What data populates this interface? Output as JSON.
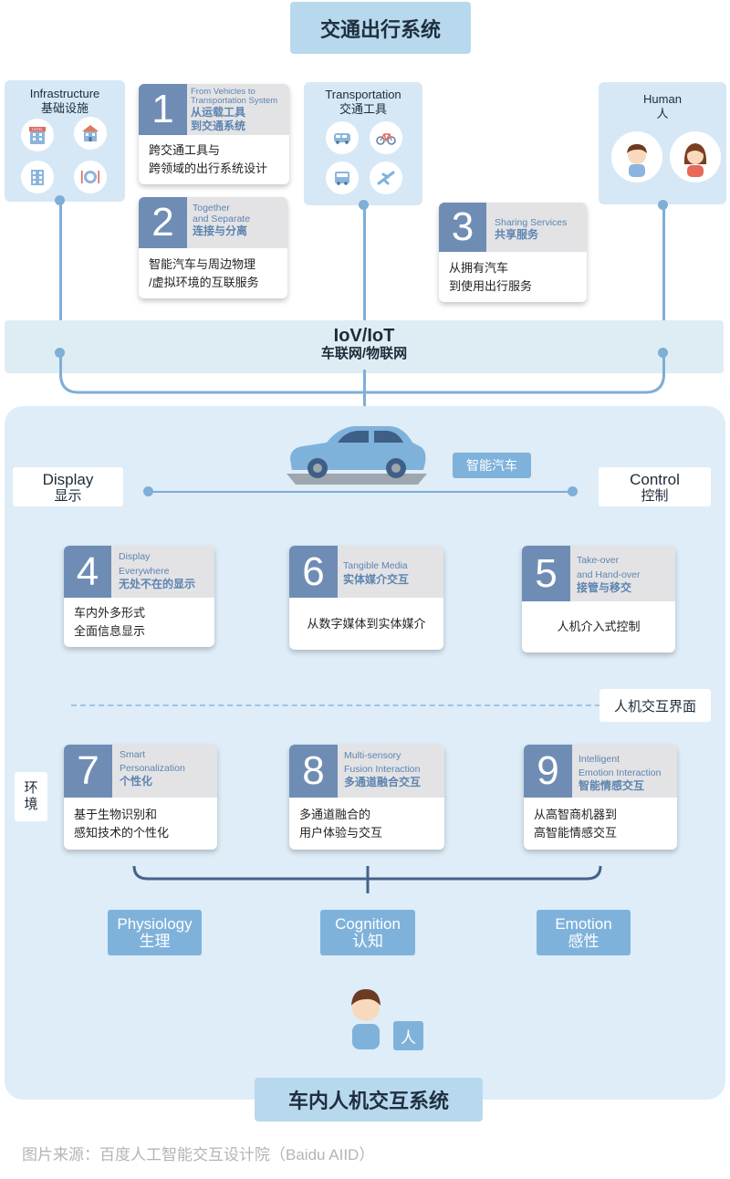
{
  "top_title": "交通出行系统",
  "bottom_title": "车内人机交互系统",
  "source": "图片来源：百度人工智能交互设计院（Baidu AIID）",
  "panels": {
    "infrastructure": {
      "en": "Infrastructure",
      "cn": "基础设施"
    },
    "transportation": {
      "en": "Transportation",
      "cn": "交通工具"
    },
    "human": {
      "en": "Human",
      "cn": "人"
    }
  },
  "hotel_sign": "HOTEL",
  "iot": {
    "en": "IoV/IoT",
    "cn": "车联网/物联网"
  },
  "smart_car_label": "智能汽车",
  "display": {
    "en": "Display",
    "cn": "显示"
  },
  "control": {
    "en": "Control",
    "cn": "控制"
  },
  "hmi_label": "人机交互界面",
  "env_label": "环境",
  "person_label": "人",
  "cards": {
    "c1": {
      "num": "1",
      "en1": "From Vehicles to",
      "en2": "Transportation System",
      "cn1": "从运载工具",
      "cn2": "到交通系统",
      "b1": "跨交通工具与",
      "b2": "跨领域的出行系统设计"
    },
    "c2": {
      "num": "2",
      "en1": "Together",
      "en2": "and Separate",
      "cn1": "连接与分离",
      "b1": "智能汽车与周边物理",
      "b2": "/虚拟环境的互联服务"
    },
    "c3": {
      "num": "3",
      "en1": "Sharing Services",
      "cn1": "共享服务",
      "b1": "从拥有汽车",
      "b2": "到使用出行服务"
    },
    "c4": {
      "num": "4",
      "en1": "Display",
      "en2": "Everywhere",
      "cn1": "无处不在的显示",
      "b1": "车内外多形式",
      "b2": "全面信息显示"
    },
    "c6": {
      "num": "6",
      "en1": "Tangible Media",
      "cn1": "实体媒介交互",
      "b1": "从数字媒体到实体媒介"
    },
    "c5": {
      "num": "5",
      "en1": "Take-over",
      "en2": "and Hand-over",
      "cn1": "接管与移交",
      "b1": "人机介入式控制"
    },
    "c7": {
      "num": "7",
      "en1": "Smart",
      "en2": "Personalization",
      "cn1": "个性化",
      "b1": "基于生物识别和",
      "b2": "感知技术的个性化"
    },
    "c8": {
      "num": "8",
      "en1": "Multi-sensory",
      "en2": "Fusion Interaction",
      "cn1": "多通道融合交互",
      "b1": "多通道融合的",
      "b2": "用户体验与交互"
    },
    "c9": {
      "num": "9",
      "en1": "Intelligent",
      "en2": "Emotion Interaction",
      "cn1": "智能情感交互",
      "b1": "从高智商机器到",
      "b2": "高智能情感交互"
    }
  },
  "pills": {
    "physiology": {
      "en": "Physiology",
      "cn": "生理"
    },
    "cognition": {
      "en": "Cognition",
      "cn": "认知"
    },
    "emotion": {
      "en": "Emotion",
      "cn": "感性"
    }
  },
  "colors": {
    "accent": "#7fb2db",
    "number_block": "#6f8db4",
    "panel": "#d6e8f6",
    "region": "#deedf8",
    "title_bg": "#b8d8ee"
  },
  "icons": [
    "hotel-icon",
    "building-icon",
    "office-icon",
    "restaurant-icon",
    "bus-icon",
    "bicycle-icon",
    "coach-icon",
    "airplane-icon",
    "man-avatar-icon",
    "woman-avatar-icon",
    "car-icon",
    "person-icon"
  ]
}
